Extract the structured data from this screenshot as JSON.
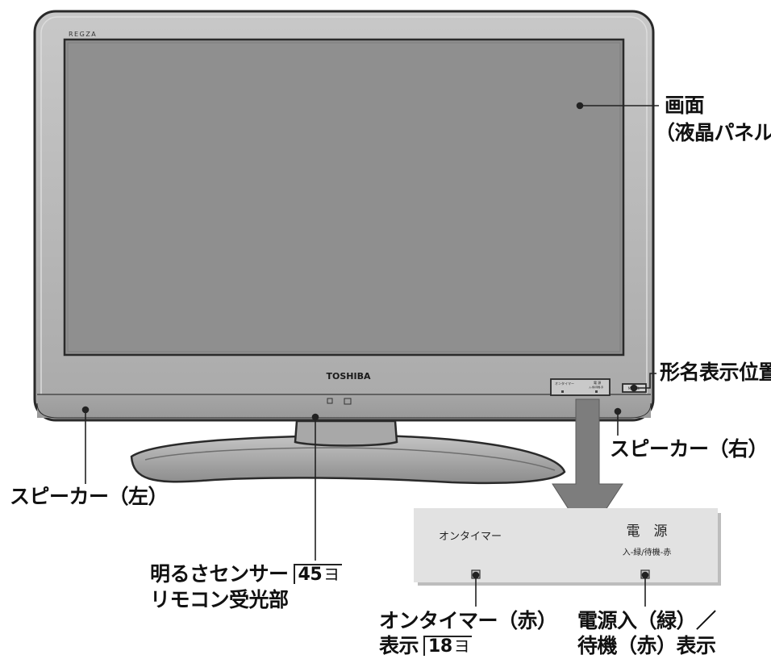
{
  "tv": {
    "brand_logo": "REGZA",
    "maker_logo": "TOSHIBA",
    "mini_panel_labels": [
      "オンタイマー",
      "電 源",
      "入-緑/待機-赤"
    ],
    "model_plate": "MODEL"
  },
  "detail_panel": {
    "on_timer_label": "オンタイマー",
    "power_title": "電　源",
    "power_sub": "入-緑/待機-赤"
  },
  "callouts": {
    "screen_line1": "画面",
    "screen_line2": "（液晶パネル）",
    "model_position": "形名表示位置",
    "speaker_right": "スピーカー（右）",
    "speaker_left": "スピーカー（左）",
    "sensor_line1": "明るさセンサー",
    "sensor_ref": "45",
    "sensor_line2": "リモコン受光部",
    "on_timer_line1": "オンタイマー（赤）",
    "on_timer_line2": "表示",
    "on_timer_ref": "18",
    "power_line1": "電源入（緑）／",
    "power_line2": "待機（赤）表示",
    "ref_hand": "ヨ"
  },
  "colors": {
    "bezel": "#b5b5b5",
    "screen": "#8f8f8f",
    "outline": "#2a2a2a",
    "arrow": "#7d7d7d"
  }
}
